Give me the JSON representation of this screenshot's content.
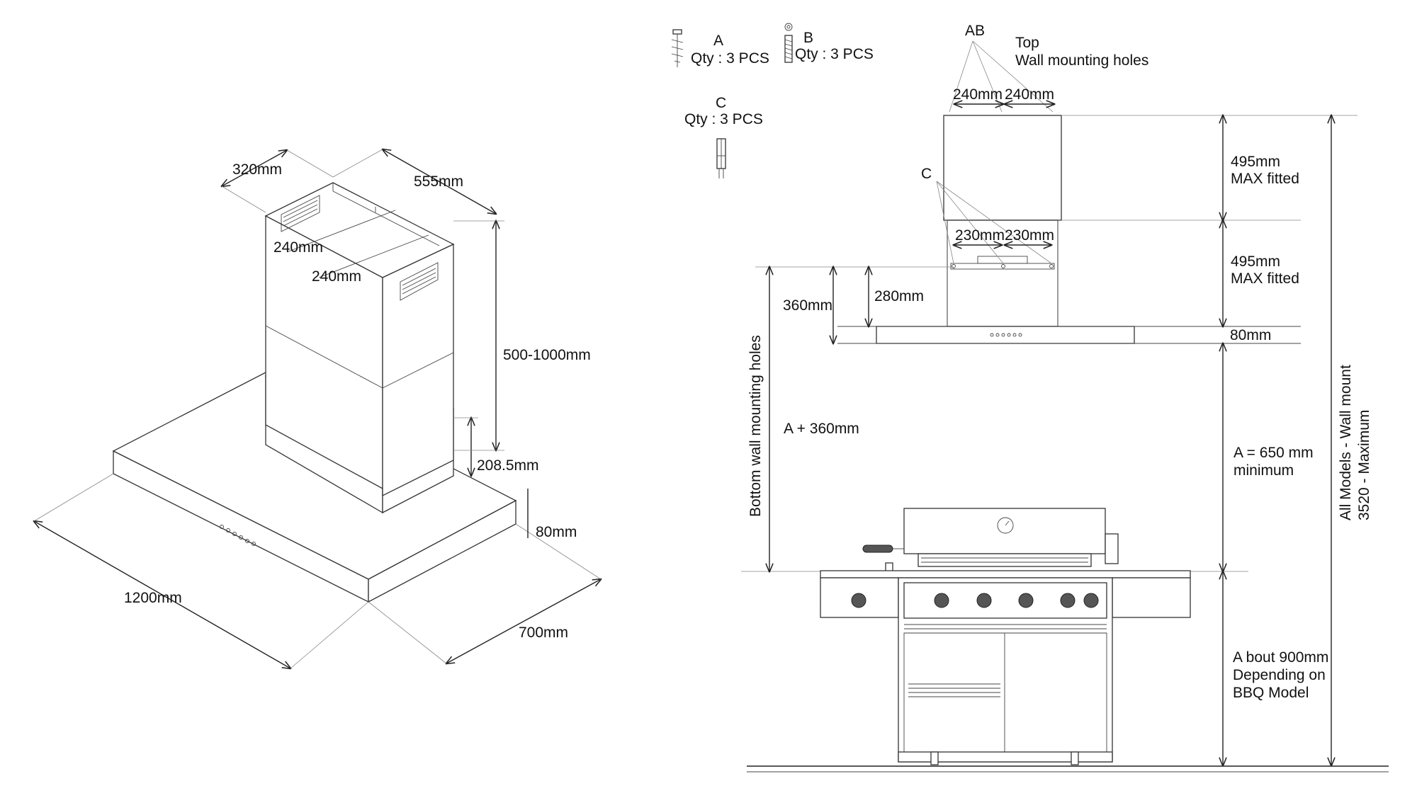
{
  "iso_view": {
    "width": "1200mm",
    "depth": "700mm",
    "hood_height": "80mm",
    "chimney_height": "500-1000mm",
    "chimney_width": "555mm",
    "chimney_depth": "320mm",
    "top_hole_spacing_1": "240mm",
    "top_hole_spacing_2": "240mm",
    "lower_section_height": "208.5mm"
  },
  "hardware": {
    "a_letter": "A",
    "a_qty": "Qty : 3 PCS",
    "b_letter": "B",
    "b_qty": "Qty : 3 PCS",
    "c_letter": "C",
    "c_qty": "Qty : 3 PCS"
  },
  "front_view": {
    "ab_label": "AB",
    "top_holes_line1": "Top",
    "top_holes_line2": "Wall mounting holes",
    "top_spacing_1": "240mm",
    "top_spacing_2": "240mm",
    "c_label": "C",
    "mid_spacing_1": "230mm",
    "mid_spacing_2": "230mm",
    "upper_fitted_1": "495mm",
    "upper_fitted_2": "MAX fitted",
    "lower_fitted_1": "495mm",
    "lower_fitted_2": "MAX fitted",
    "hood_thickness": "80mm",
    "dim_360": "360mm",
    "dim_280": "280mm",
    "bottom_holes_label": "Bottom wall mounting holes",
    "a_plus_360": "A + 360mm",
    "a_min_1": "A = 650 mm",
    "a_min_2": "minimum",
    "bbq_1": "A bout 900mm",
    "bbq_2": "Depending on",
    "bbq_3": "BBQ Model",
    "all_models_1": "All Models - Wall mount",
    "all_models_2": "3520 - Maximum"
  }
}
